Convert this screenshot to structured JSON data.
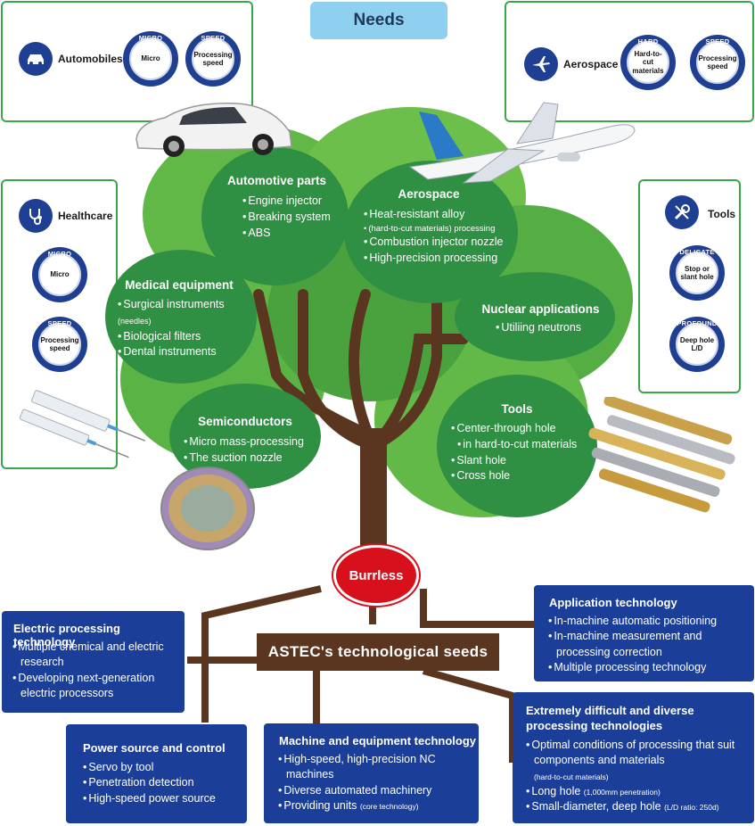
{
  "needs": {
    "label": "Needs"
  },
  "automobiles": {
    "label": "Automobiles",
    "badges": [
      {
        "tag": "MICRO",
        "text": "Micro"
      },
      {
        "tag": "SPEED",
        "text": "Processing speed"
      }
    ]
  },
  "aerospace": {
    "label": "Aerospace",
    "badges": [
      {
        "tag": "HARD",
        "text": "Hard-to-cut materials"
      },
      {
        "tag": "SPEED",
        "text": "Processing speed"
      }
    ]
  },
  "healthcare": {
    "label": "Healthcare",
    "badges": [
      {
        "tag": "MICRO",
        "text": "Micro"
      },
      {
        "tag": "SPEED",
        "text": "Processing speed"
      }
    ]
  },
  "tools_need": {
    "label": "Tools",
    "badges": [
      {
        "tag": "DELICATE",
        "text": "Stop or slant hole"
      },
      {
        "tag": "PROFOUND",
        "text": "Deep hole L/D"
      }
    ]
  },
  "tree": {
    "automotive_parts": {
      "title": "Automotive parts",
      "items": [
        "Engine injector",
        "Breaking system",
        "ABS"
      ]
    },
    "aerospace": {
      "title": "Aerospace",
      "items": [
        "Heat-resistant alloy",
        "(hard-to-cut materials) processing",
        "Combustion injector nozzle",
        "High-precision processing"
      ]
    },
    "medical": {
      "title": "Medical equipment",
      "items": [
        "Surgical instruments",
        "(needles)",
        "Biological filters",
        "Dental instruments"
      ]
    },
    "nuclear": {
      "title": "Nuclear applications",
      "items": [
        "Utiliing neutrons"
      ]
    },
    "semiconductors": {
      "title": "Semiconductors",
      "items": [
        "Micro mass-processing",
        "The suction nozzle"
      ]
    },
    "tools": {
      "title": "Tools",
      "items": [
        "Center-through hole",
        "in hard-to-cut materials",
        "Slant hole",
        "Cross hole"
      ]
    }
  },
  "burrless": {
    "label": "Burrless"
  },
  "seeds": {
    "label": "ASTEC's technological seeds"
  },
  "boxes": {
    "electric": {
      "title": "Electric processing technology",
      "items": [
        "Multiple chemical and electric research",
        "Developing next-generation electric processors"
      ]
    },
    "application": {
      "title": "Application technology",
      "items": [
        "In-machine automatic positioning",
        "In-machine measurement and processing correction",
        "Multiple processing technology"
      ]
    },
    "power": {
      "title": "Power source and control",
      "items": [
        "Servo by tool",
        "Penetration detection",
        "High-speed power source"
      ]
    },
    "machine": {
      "title": "Machine and equipment technology",
      "items": [
        "High-speed, high-precision NC machines",
        "Diverse automated machinery",
        "Providing units"
      ],
      "note": "(core technology)"
    },
    "difficult": {
      "title_1": "Extremely difficult and diverse",
      "title_2": "processing technologies",
      "items": [
        "Optimal conditions of processing that suit components and materials",
        "Long hole",
        "Small-diameter, deep hole"
      ],
      "notes": [
        "(hard-to-cut materials)",
        "(1,000mm penetration)",
        "(L/D ratio: 250d)"
      ]
    }
  },
  "colors": {
    "green_frame": "#3aa64a",
    "navy": "#1f3f93",
    "box_blue": "#1b3f98",
    "leaf_green": "#2f8f43",
    "trunk_brown": "#5a3520",
    "burrless_red": "#d7101b",
    "needs_blue": "#8fd0f0"
  }
}
